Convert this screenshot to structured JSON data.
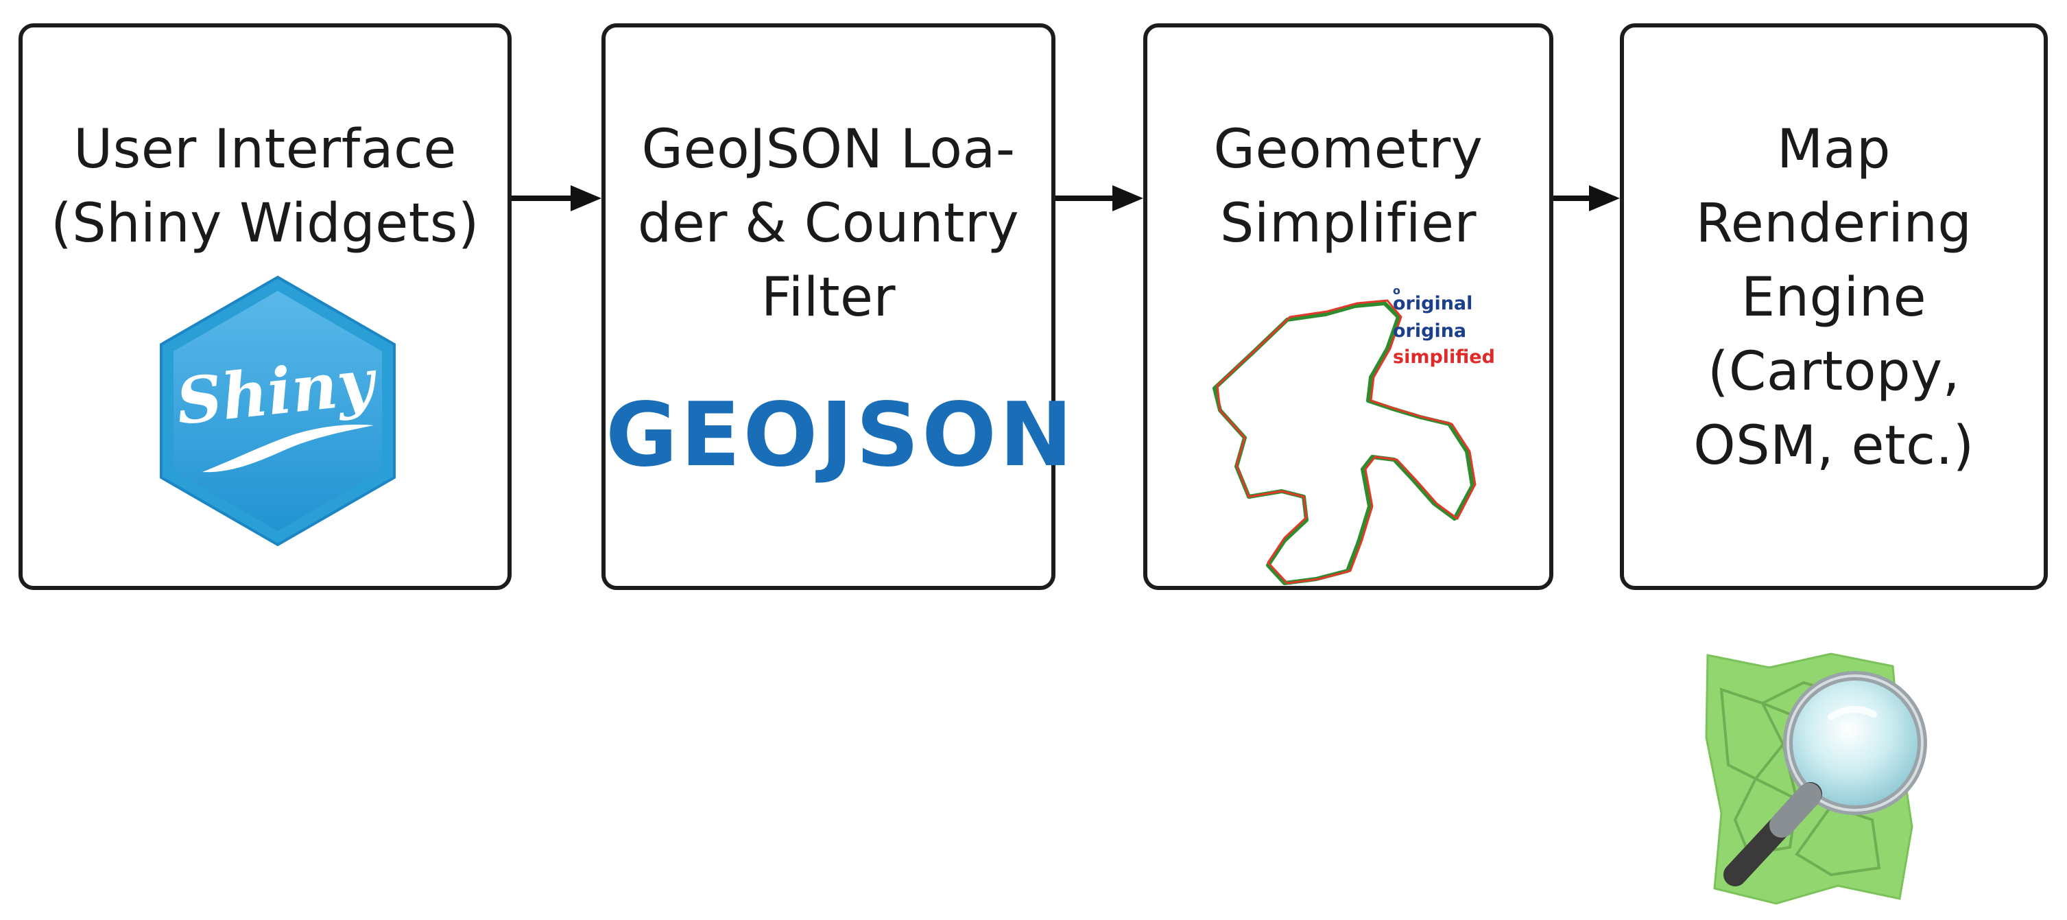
{
  "diagram": {
    "boxes": [
      {
        "id": "user-interface",
        "title": "User Interface\n(Shiny Widgets)"
      },
      {
        "id": "geojson-loader",
        "title": "GeoJSON Loa-\nder & Country\nFilter"
      },
      {
        "id": "geometry-simplifier",
        "title": "Geometry\nSimplifier"
      },
      {
        "id": "map-rendering",
        "title": "Map\nRendering\nEngine\n(Cartopy,\nOSM, etc.)"
      }
    ],
    "edges": [
      {
        "from": "user-interface",
        "to": "geojson-loader"
      },
      {
        "from": "geojson-loader",
        "to": "geometry-simplifier"
      },
      {
        "from": "geometry-simplifier",
        "to": "map-rendering"
      }
    ]
  },
  "logos": {
    "shiny": {
      "text": "Shiny",
      "color": "#2a9fd6",
      "icon": "shiny-hex-logo"
    },
    "geojson": {
      "text": "GEOJSON",
      "color": "#1a6eb8"
    },
    "osm": {
      "icon": "openstreetmap-magnifier-logo",
      "color": "#8fd46a"
    }
  },
  "geometry_legend": {
    "sup": "o",
    "lines": [
      {
        "text": "original",
        "color": "#1b3f8b"
      },
      {
        "text": "origina",
        "color": "#1b3f8b"
      },
      {
        "text": "simplified",
        "color": "#e02a2a"
      }
    ]
  },
  "colors": {
    "box_border": "#1c1c1c",
    "arrow": "#111111",
    "text": "#1a1a1a"
  }
}
